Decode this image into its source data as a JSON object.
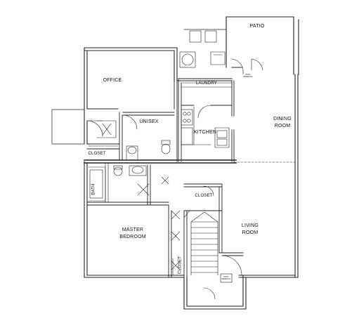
{
  "rooms": {
    "patio": "PATIO",
    "office": "OFFICE",
    "laundry": "LAUNDRY",
    "unisex": "UNISEX",
    "kitchen": "KITCHEN",
    "dining_line1": "DINING",
    "dining_line2": "ROOM",
    "closet_office": "CLOSET",
    "bath": "BATH",
    "closet_hall": "CLOSET",
    "living_line1": "LIVING",
    "living_line2": "ROOM",
    "master_line1": "MASTER",
    "master_line2": "BEDROOM",
    "closet_bedroom": "CLOSET"
  },
  "fixtures": {
    "patio_ped_line1": "PATIO",
    "patio_ped_line2": "PEDESTAL",
    "entry_ped_line1": "PATIO",
    "entry_ped_line2": "PEDESTAL"
  }
}
